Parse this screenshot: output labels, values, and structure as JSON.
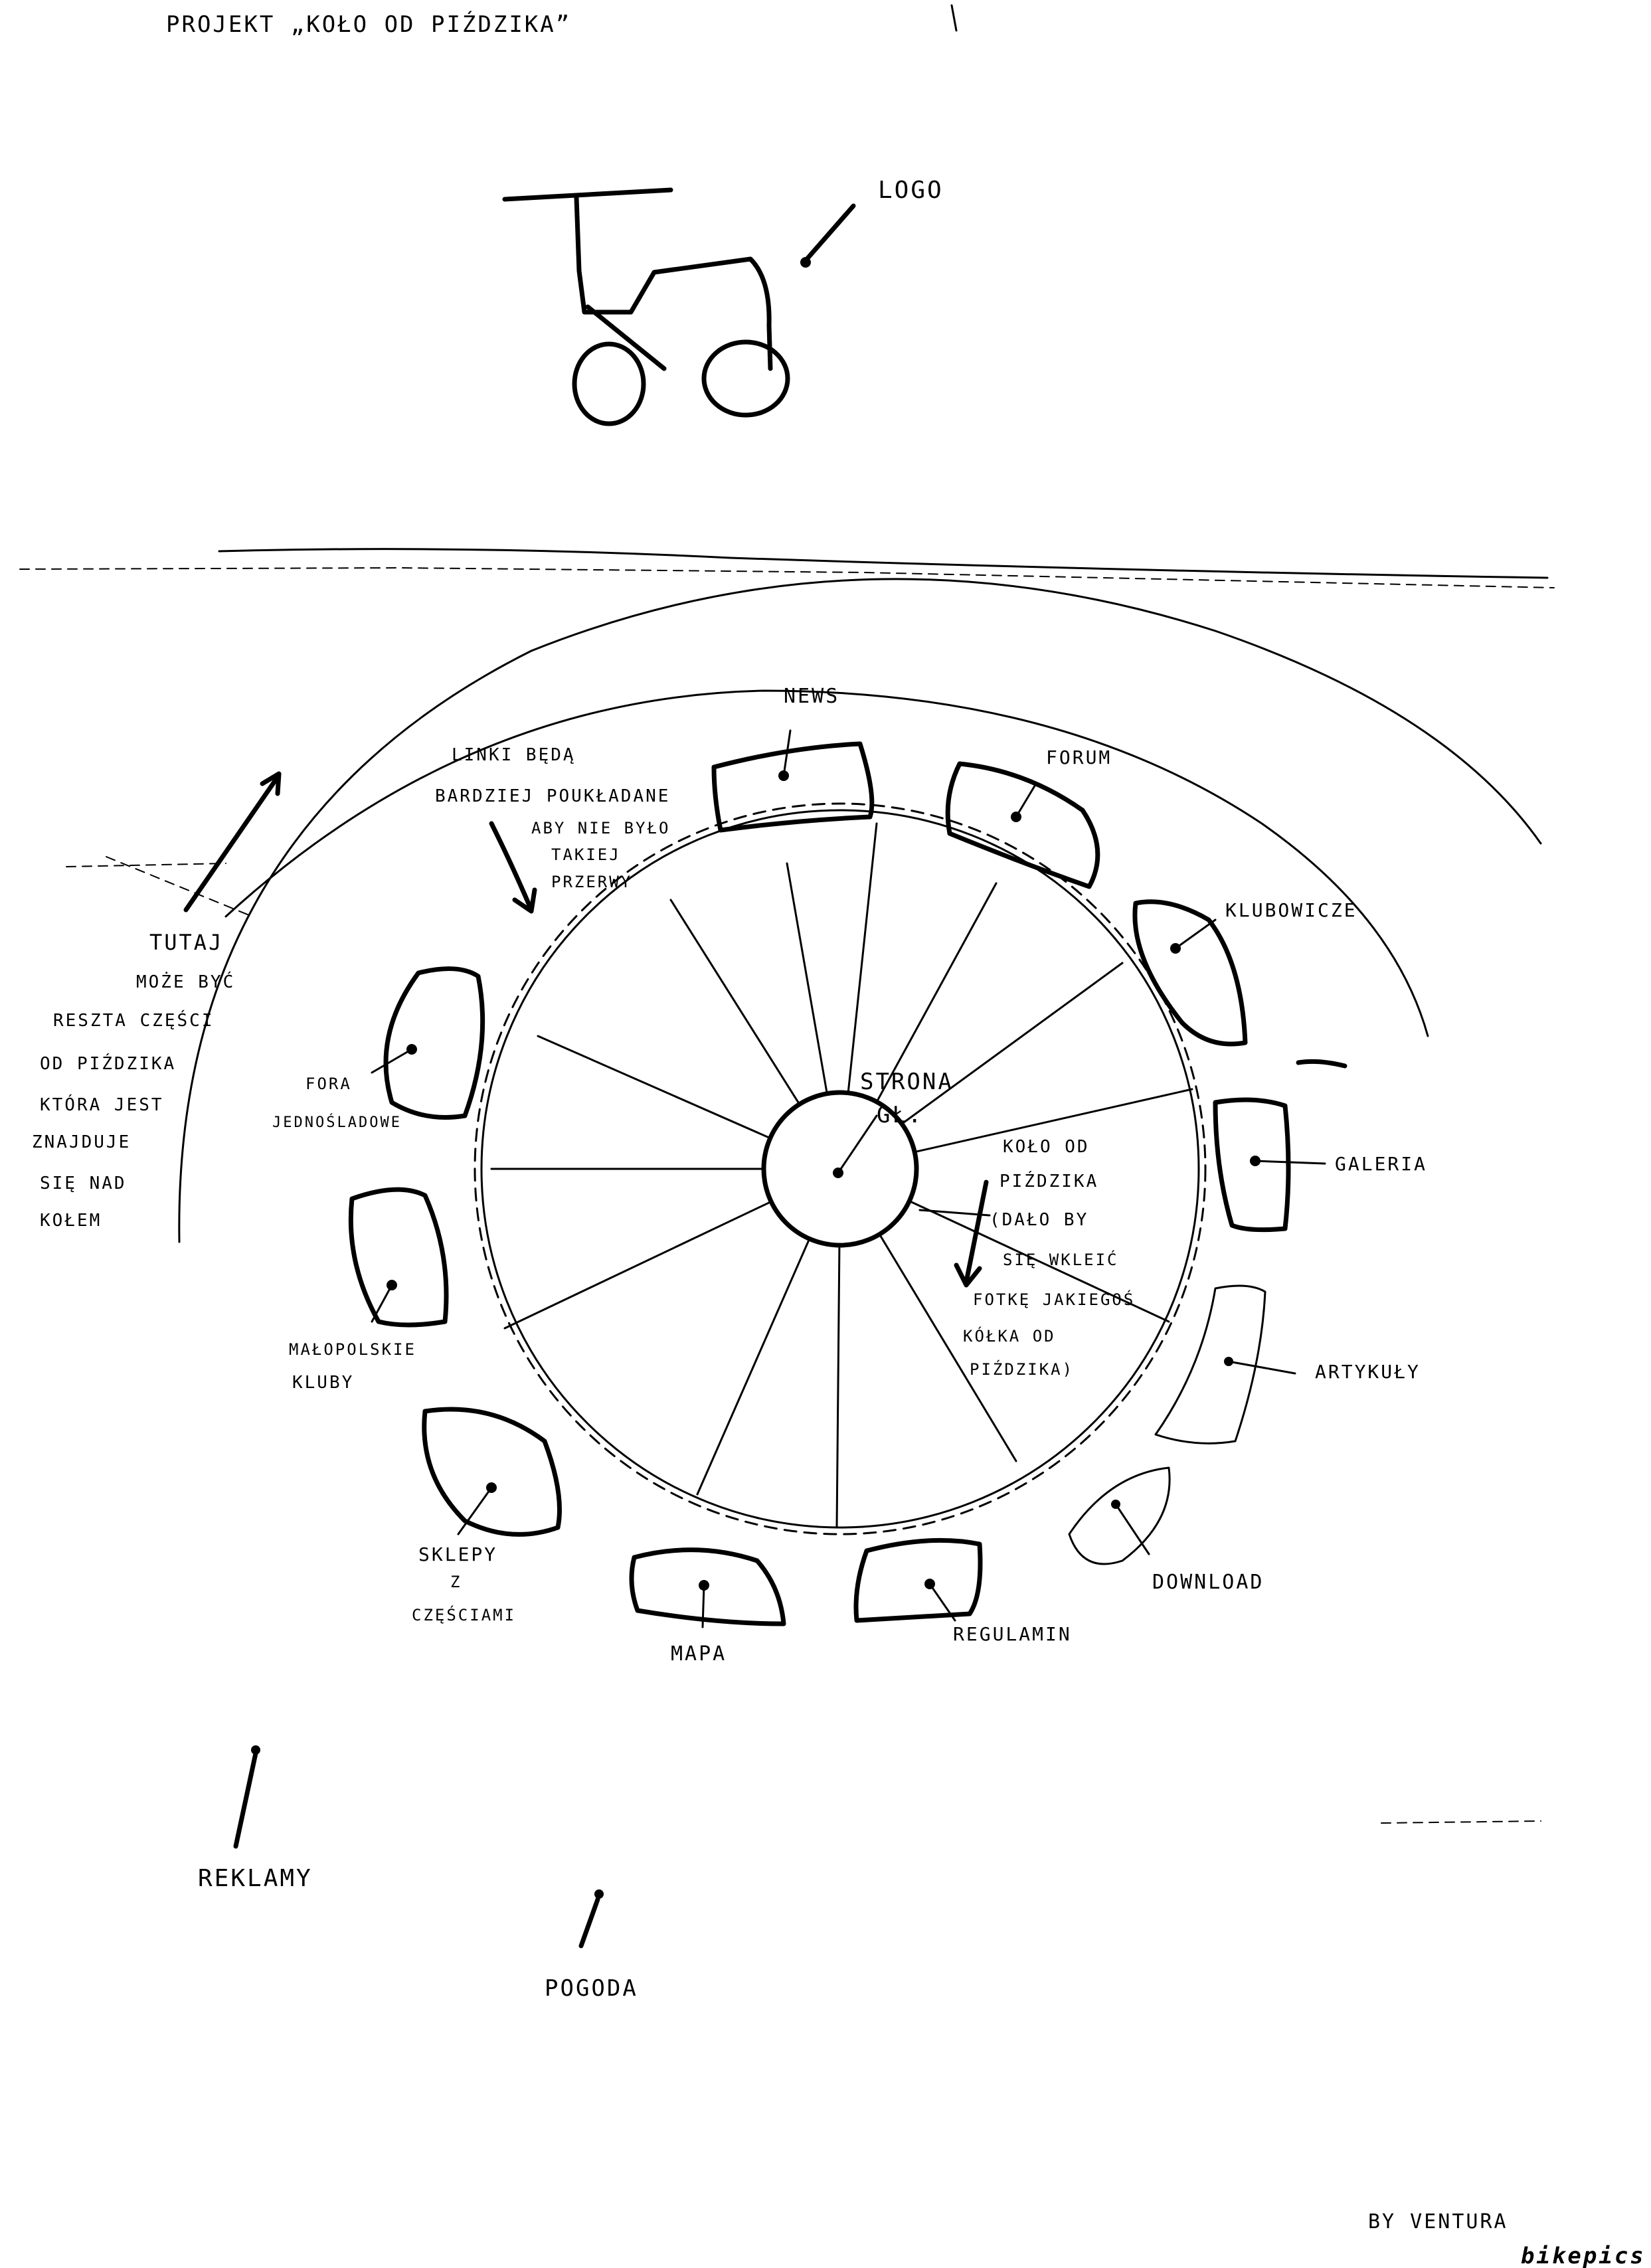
{
  "header": {
    "title": "PROJEKT „KOŁO OD PIŹDZIKA”"
  },
  "logo_note": "LOGO",
  "left_note": [
    "TUTAJ",
    "MOŻE BYĆ",
    "RESZTA CZĘŚCI",
    "OD PIŹDZIKA",
    "KTÓRA JEST",
    "ZNAJDUJE",
    "SIĘ NAD",
    "KOŁEM"
  ],
  "links_note": [
    "LINKI BĘDĄ",
    "BARDZIEJ POUKŁADANE",
    "ABY NIE BYŁO",
    "TAKIEJ",
    "PRZERWY"
  ],
  "hub": [
    "STRONA",
    "GŁ."
  ],
  "wheel_note": [
    "KOŁO OD",
    "PIŹDZIKA",
    "(DAŁO BY",
    "SIĘ WKLEIĆ",
    "FOTKĘ JAKIEGOŚ",
    "KÓŁKA OD",
    "PIŹDZIKA)"
  ],
  "menu_items": {
    "news": "NEWS",
    "forum": "FORUM",
    "klubowicze": "KLUBOWICZE",
    "galeria": "GALERIA",
    "artykuly": "ARTYKUŁY",
    "download": "DOWNLOAD",
    "regulamin": "REGULAMIN",
    "mapa": "MAPA",
    "sklepy": [
      "SKLEPY",
      "Z",
      "CZĘŚCIAMI"
    ],
    "malopolskie": [
      "MAŁOPOLSKIE",
      "KLUBY"
    ],
    "fora": [
      "FORA",
      "JEDNOŚLADOWE"
    ]
  },
  "reklamy": "REKLAMY",
  "pogoda": "POGODA",
  "signature": "BY VENTURA",
  "watermark": "bikepics"
}
